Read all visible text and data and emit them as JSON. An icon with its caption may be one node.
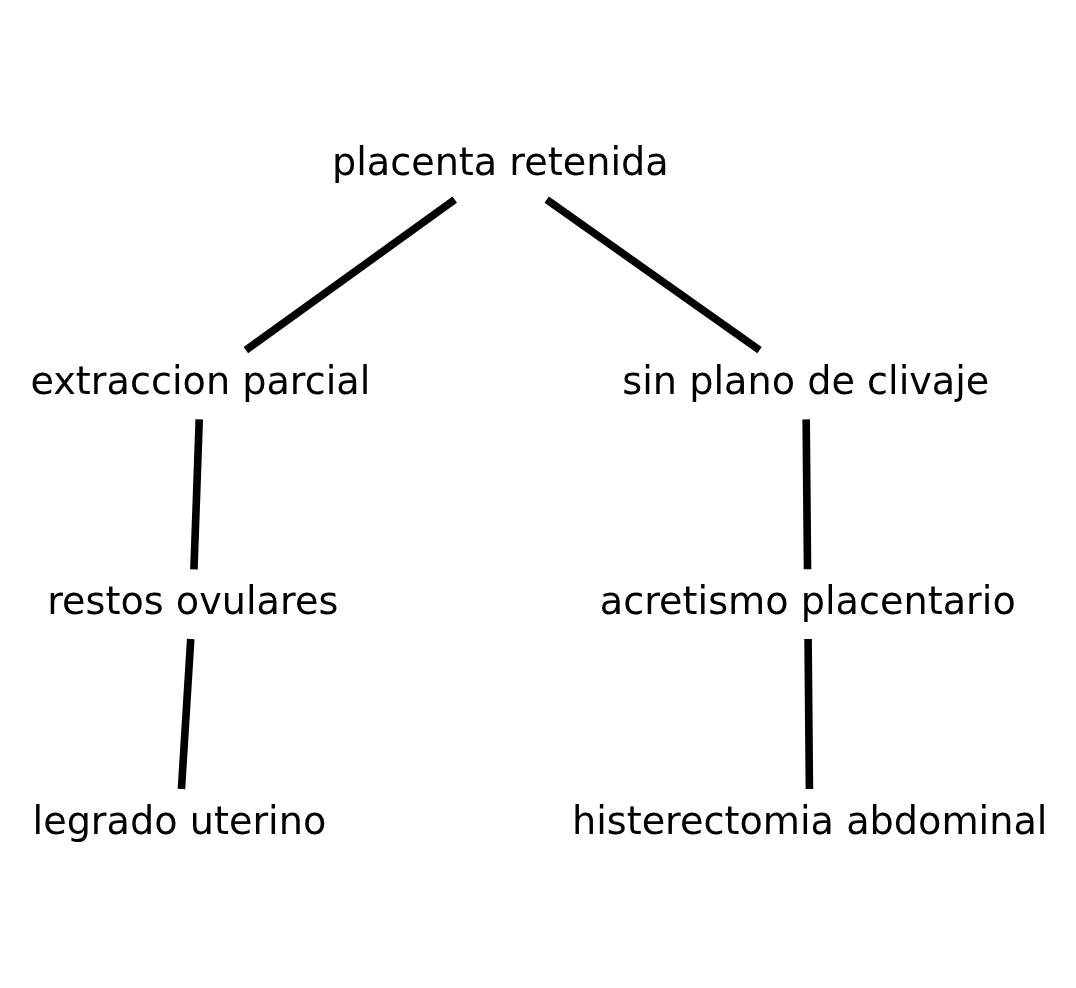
{
  "diagram": {
    "nodes": [
      {
        "text": [
          "placenta retenida"
        ]
      },
      {
        "text": [
          "extraccion parcial"
        ]
      },
      {
        "text": [
          "sin plano de clivaje"
        ]
      },
      {
        "text": [
          "restos ovulares"
        ]
      },
      {
        "text": [
          "acretismo placentario"
        ]
      },
      {
        "text": [
          "legrado uterino"
        ]
      },
      {
        "text": [
          "histerectomia abdominal"
        ]
      }
    ],
    "edges": [
      {
        "from": 0,
        "to": 1,
        "arrow": "none"
      },
      {
        "from": 0,
        "to": 2,
        "arrow": "none"
      },
      {
        "from": 1,
        "to": 3,
        "arrow": "none"
      },
      {
        "from": 2,
        "to": 4,
        "arrow": "none"
      },
      {
        "from": 3,
        "to": 5,
        "arrow": "none"
      },
      {
        "from": 4,
        "to": 6,
        "arrow": "none"
      }
    ]
  }
}
